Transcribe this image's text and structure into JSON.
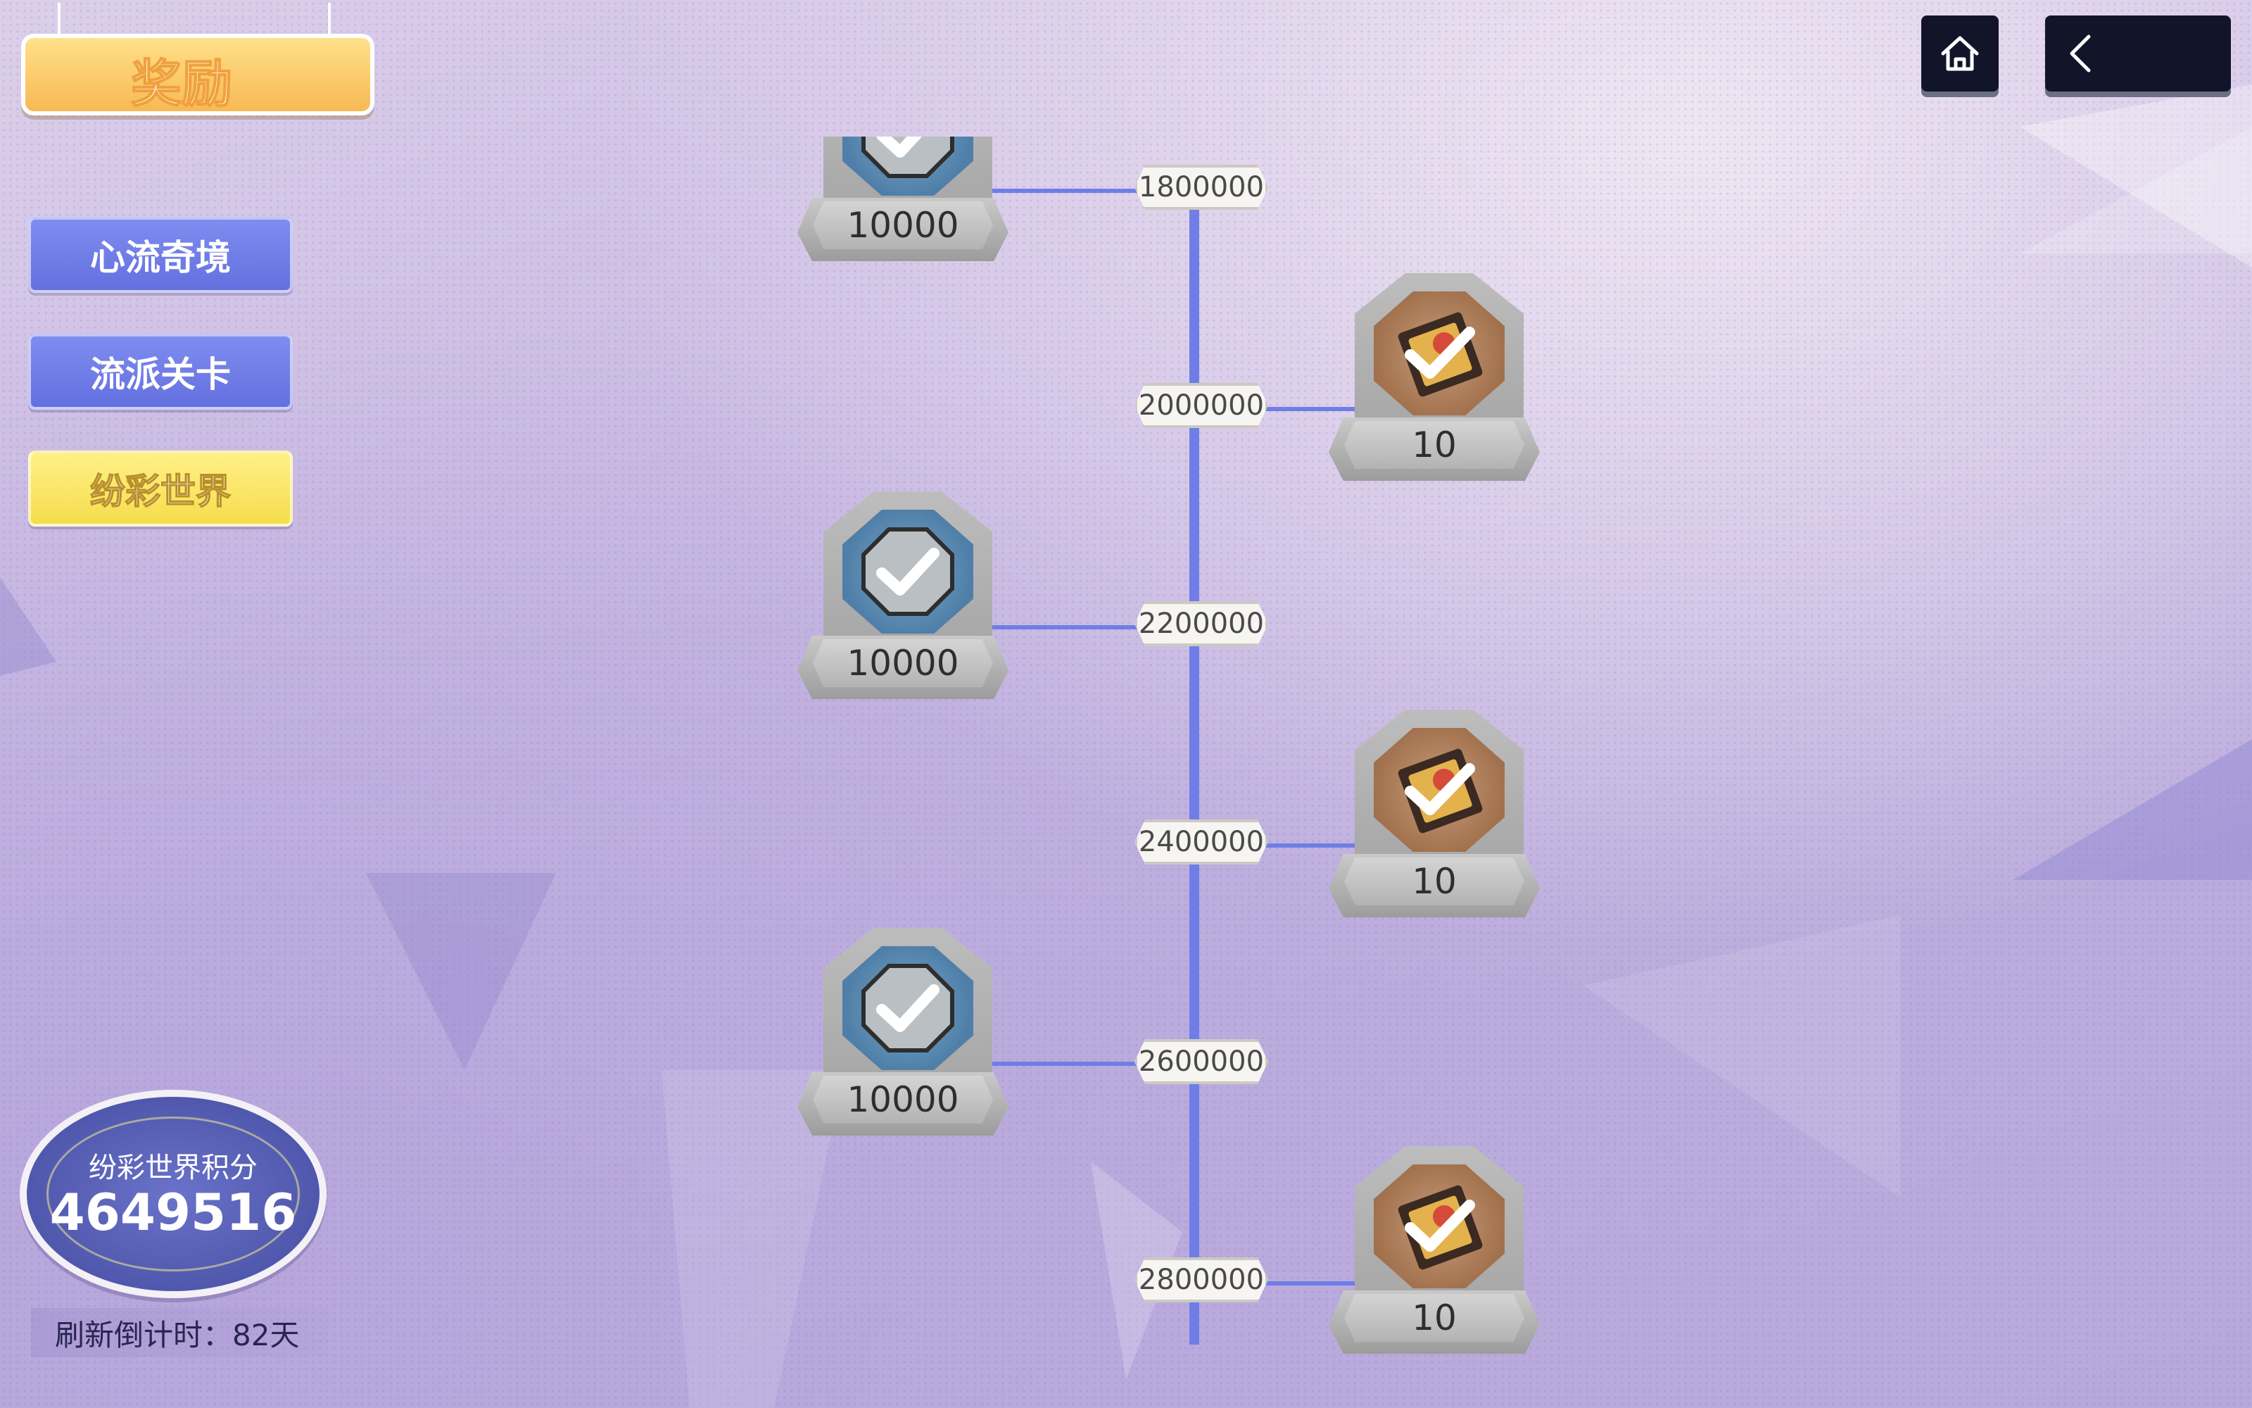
{
  "header": {
    "title": "奖励"
  },
  "nav": {
    "home_icon": "home-icon",
    "back_icon": "chevron-left-icon"
  },
  "tabs": [
    {
      "label": "心流奇境",
      "state": "inactive",
      "color": "#6f7ce6"
    },
    {
      "label": "流派关卡",
      "state": "inactive",
      "color": "#6f7ce6"
    },
    {
      "label": "纷彩世界",
      "state": "active",
      "color": "#f8e35a"
    }
  ],
  "milestones": [
    {
      "threshold": "1800000",
      "reward_amount": "10000",
      "reward_type": "coin",
      "claimed": true
    },
    {
      "threshold": "2000000",
      "reward_amount": "10",
      "reward_type": "card",
      "claimed": true
    },
    {
      "threshold": "2200000",
      "reward_amount": "10000",
      "reward_type": "coin",
      "claimed": true
    },
    {
      "threshold": "2400000",
      "reward_amount": "10",
      "reward_type": "card",
      "claimed": true
    },
    {
      "threshold": "2600000",
      "reward_amount": "10000",
      "reward_type": "coin",
      "claimed": true
    },
    {
      "threshold": "2800000",
      "reward_amount": "10",
      "reward_type": "card",
      "claimed": true
    }
  ],
  "score": {
    "label": "纷彩世界积分",
    "value": "4649516",
    "countdown": "刷新倒计时：82天"
  },
  "colors": {
    "timeline": "#6f7ee6",
    "active_tab": "#f8e35a",
    "inactive_tab": "#6f7ce6"
  }
}
